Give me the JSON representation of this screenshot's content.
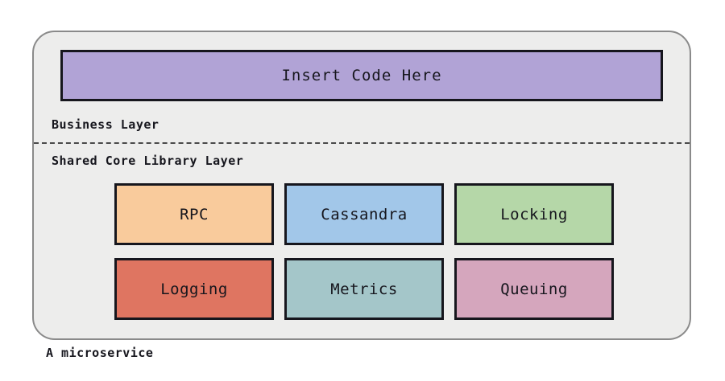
{
  "diagram": {
    "caption": "A microservice",
    "business_layer": {
      "label": "Business Layer",
      "box": {
        "label": "Insert Code Here",
        "color": "#b1a3d6"
      }
    },
    "shared_layer": {
      "label": "Shared Core Library Layer",
      "boxes": [
        {
          "label": "RPC",
          "color": "#f9cb9c"
        },
        {
          "label": "Cassandra",
          "color": "#a2c7e9"
        },
        {
          "label": "Locking",
          "color": "#b5d7a8"
        },
        {
          "label": "Logging",
          "color": "#df7561"
        },
        {
          "label": "Metrics",
          "color": "#a4c6c9"
        },
        {
          "label": "Queuing",
          "color": "#d5a6bd"
        }
      ]
    },
    "colors": {
      "container_bg": "#ededec",
      "container_border": "#8a8a8a",
      "box_border": "#16161d",
      "text": "#16161d"
    }
  }
}
